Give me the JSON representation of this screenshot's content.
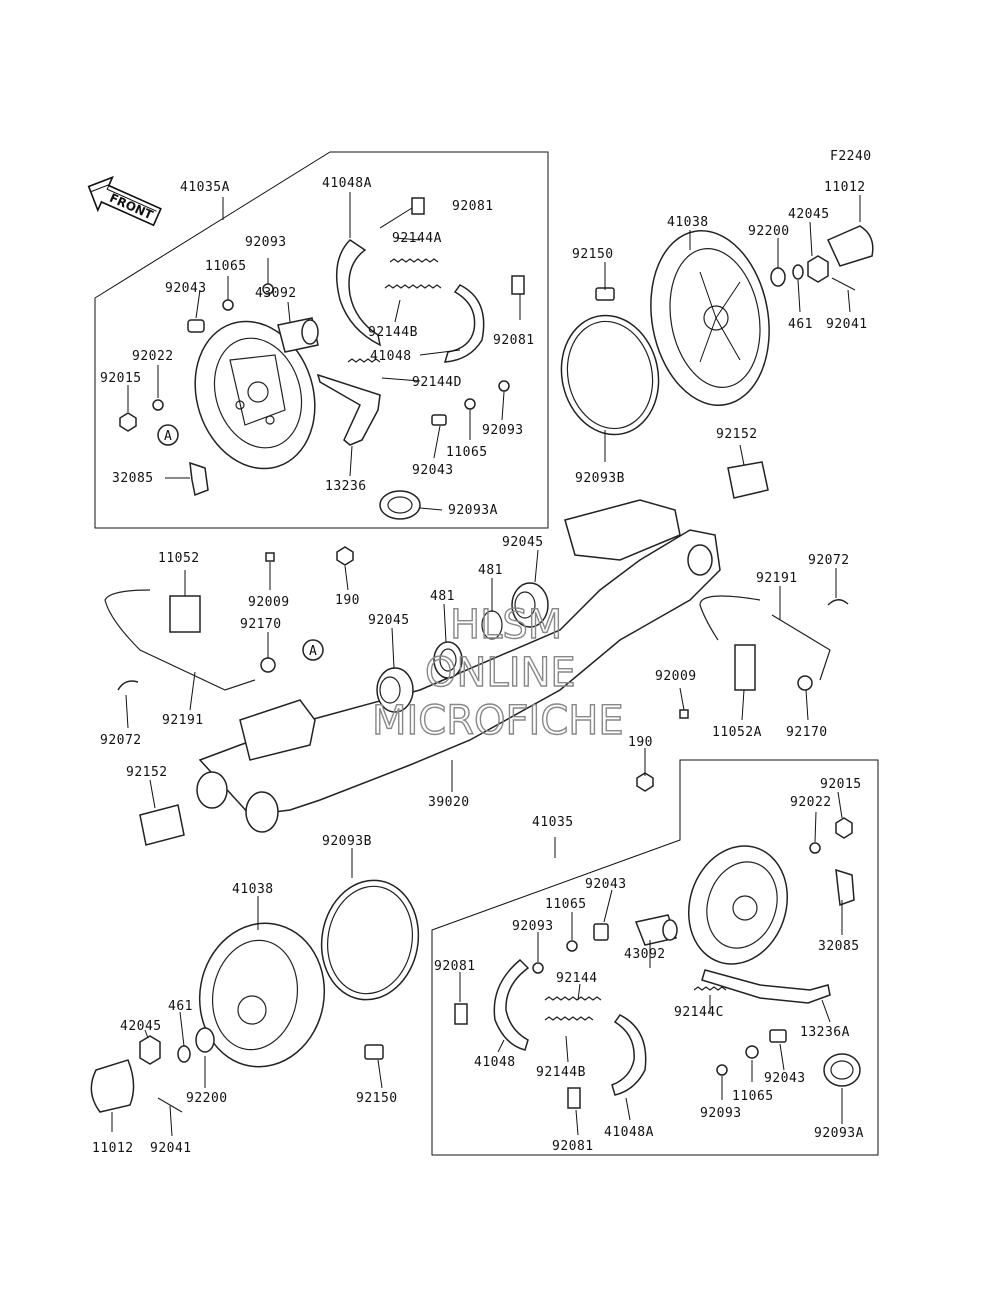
{
  "figure_id": "F2240",
  "front_label": "FRONT",
  "callout_a": "A",
  "watermark": {
    "line1": "HLSM",
    "line2": "ONLINE",
    "line3": "MICROFICHE"
  },
  "groups": {
    "upper_brake_assembly": "41035A",
    "lower_brake_assembly": "41035"
  },
  "labels": [
    {
      "id": "l1",
      "text": "41035A"
    },
    {
      "id": "l2",
      "text": "41048A"
    },
    {
      "id": "l3",
      "text": "92081"
    },
    {
      "id": "l4",
      "text": "92144A"
    },
    {
      "id": "l5",
      "text": "92093"
    },
    {
      "id": "l6",
      "text": "11065"
    },
    {
      "id": "l7",
      "text": "92043"
    },
    {
      "id": "l8",
      "text": "43092"
    },
    {
      "id": "l9",
      "text": "92144B"
    },
    {
      "id": "l10",
      "text": "92081"
    },
    {
      "id": "l11",
      "text": "41048"
    },
    {
      "id": "l12",
      "text": "92144D"
    },
    {
      "id": "l13",
      "text": "92022"
    },
    {
      "id": "l14",
      "text": "92015"
    },
    {
      "id": "l15",
      "text": "92093"
    },
    {
      "id": "l16",
      "text": "11065"
    },
    {
      "id": "l17",
      "text": "92043"
    },
    {
      "id": "l18",
      "text": "32085"
    },
    {
      "id": "l19",
      "text": "13236"
    },
    {
      "id": "l20",
      "text": "92093A"
    },
    {
      "id": "l21",
      "text": "41038"
    },
    {
      "id": "l22",
      "text": "92150"
    },
    {
      "id": "l23",
      "text": "92200"
    },
    {
      "id": "l24",
      "text": "42045"
    },
    {
      "id": "l25",
      "text": "11012"
    },
    {
      "id": "l26",
      "text": "461"
    },
    {
      "id": "l27",
      "text": "92041"
    },
    {
      "id": "l28",
      "text": "92093B"
    },
    {
      "id": "l29",
      "text": "92152"
    },
    {
      "id": "l30",
      "text": "11052"
    },
    {
      "id": "l31",
      "text": "92009"
    },
    {
      "id": "l32",
      "text": "190"
    },
    {
      "id": "l33",
      "text": "92045"
    },
    {
      "id": "l34",
      "text": "481"
    },
    {
      "id": "l35",
      "text": "481"
    },
    {
      "id": "l36",
      "text": "92045"
    },
    {
      "id": "l37",
      "text": "92170"
    },
    {
      "id": "l38",
      "text": "92072"
    },
    {
      "id": "l39",
      "text": "92191"
    },
    {
      "id": "l40",
      "text": "92191"
    },
    {
      "id": "l41",
      "text": "92072"
    },
    {
      "id": "l42",
      "text": "92009"
    },
    {
      "id": "l43",
      "text": "11052A"
    },
    {
      "id": "l44",
      "text": "92170"
    },
    {
      "id": "l45",
      "text": "190"
    },
    {
      "id": "l46",
      "text": "92152"
    },
    {
      "id": "l47",
      "text": "39020"
    },
    {
      "id": "l48",
      "text": "92093B"
    },
    {
      "id": "l49",
      "text": "41035"
    },
    {
      "id": "l50",
      "text": "92015"
    },
    {
      "id": "l51",
      "text": "92022"
    },
    {
      "id": "l52",
      "text": "41038"
    },
    {
      "id": "l53",
      "text": "92043"
    },
    {
      "id": "l54",
      "text": "11065"
    },
    {
      "id": "l55",
      "text": "92093"
    },
    {
      "id": "l56",
      "text": "92081"
    },
    {
      "id": "l57",
      "text": "92144"
    },
    {
      "id": "l58",
      "text": "43092"
    },
    {
      "id": "l59",
      "text": "32085"
    },
    {
      "id": "l60",
      "text": "461"
    },
    {
      "id": "l61",
      "text": "42045"
    },
    {
      "id": "l62",
      "text": "92200"
    },
    {
      "id": "l63",
      "text": "92150"
    },
    {
      "id": "l64",
      "text": "41048"
    },
    {
      "id": "l65",
      "text": "92144B"
    },
    {
      "id": "l66",
      "text": "92144C"
    },
    {
      "id": "l67",
      "text": "13236A"
    },
    {
      "id": "l68",
      "text": "92043"
    },
    {
      "id": "l69",
      "text": "11065"
    },
    {
      "id": "l70",
      "text": "92093"
    },
    {
      "id": "l71",
      "text": "92093A"
    },
    {
      "id": "l72",
      "text": "11012"
    },
    {
      "id": "l73",
      "text": "92041"
    },
    {
      "id": "l74",
      "text": "92081"
    },
    {
      "id": "l75",
      "text": "41048A"
    }
  ]
}
